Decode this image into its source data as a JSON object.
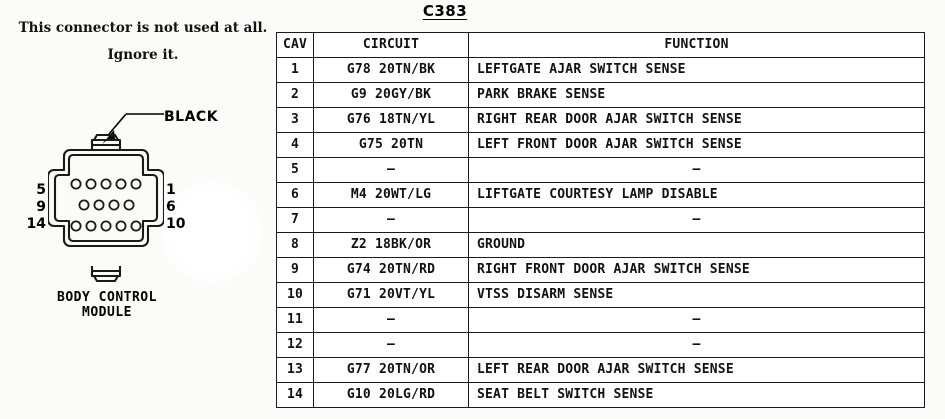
{
  "title": "C383",
  "note": {
    "line1": "This connector is not used at all.",
    "line2": "Ignore it."
  },
  "connector": {
    "color_label": "BLACK",
    "module_caption_line1": "BODY CONTROL",
    "module_caption_line2": "MODULE",
    "pins_left": [
      "5",
      "9",
      "14"
    ],
    "pins_right": [
      "1",
      "6",
      "10"
    ],
    "pin_count": 14
  },
  "table": {
    "headers": [
      "CAV",
      "CIRCUIT",
      "FUNCTION"
    ],
    "rows": [
      {
        "cav": "1",
        "circuit": "G78 20TN/BK",
        "function": "LEFTGATE AJAR SWITCH SENSE"
      },
      {
        "cav": "2",
        "circuit": "G9 20GY/BK",
        "function": "PARK BRAKE SENSE"
      },
      {
        "cav": "3",
        "circuit": "G76 18TN/YL",
        "function": "RIGHT REAR DOOR AJAR SWITCH SENSE"
      },
      {
        "cav": "4",
        "circuit": "G75 20TN",
        "function": "LEFT FRONT DOOR AJAR SWITCH SENSE"
      },
      {
        "cav": "5",
        "circuit": "–",
        "function": "–"
      },
      {
        "cav": "6",
        "circuit": "M4 20WT/LG",
        "function": "LIFTGATE COURTESY LAMP DISABLE"
      },
      {
        "cav": "7",
        "circuit": "–",
        "function": "–"
      },
      {
        "cav": "8",
        "circuit": "Z2 18BK/OR",
        "function": "GROUND"
      },
      {
        "cav": "9",
        "circuit": "G74 20TN/RD",
        "function": "RIGHT FRONT DOOR AJAR SWITCH SENSE"
      },
      {
        "cav": "10",
        "circuit": "G71 20VT/YL",
        "function": "VTSS DISARM SENSE"
      },
      {
        "cav": "11",
        "circuit": "–",
        "function": "–"
      },
      {
        "cav": "12",
        "circuit": "–",
        "function": "–"
      },
      {
        "cav": "13",
        "circuit": "G77 20TN/OR",
        "function": "LEFT REAR DOOR AJAR SWITCH SENSE"
      },
      {
        "cav": "14",
        "circuit": "G10 20LG/RD",
        "function": "SEAT BELT SWITCH SENSE"
      }
    ]
  },
  "colors": {
    "background": "#fbfbfa",
    "ink": "#111111",
    "table_border": "#1a1a1a"
  }
}
